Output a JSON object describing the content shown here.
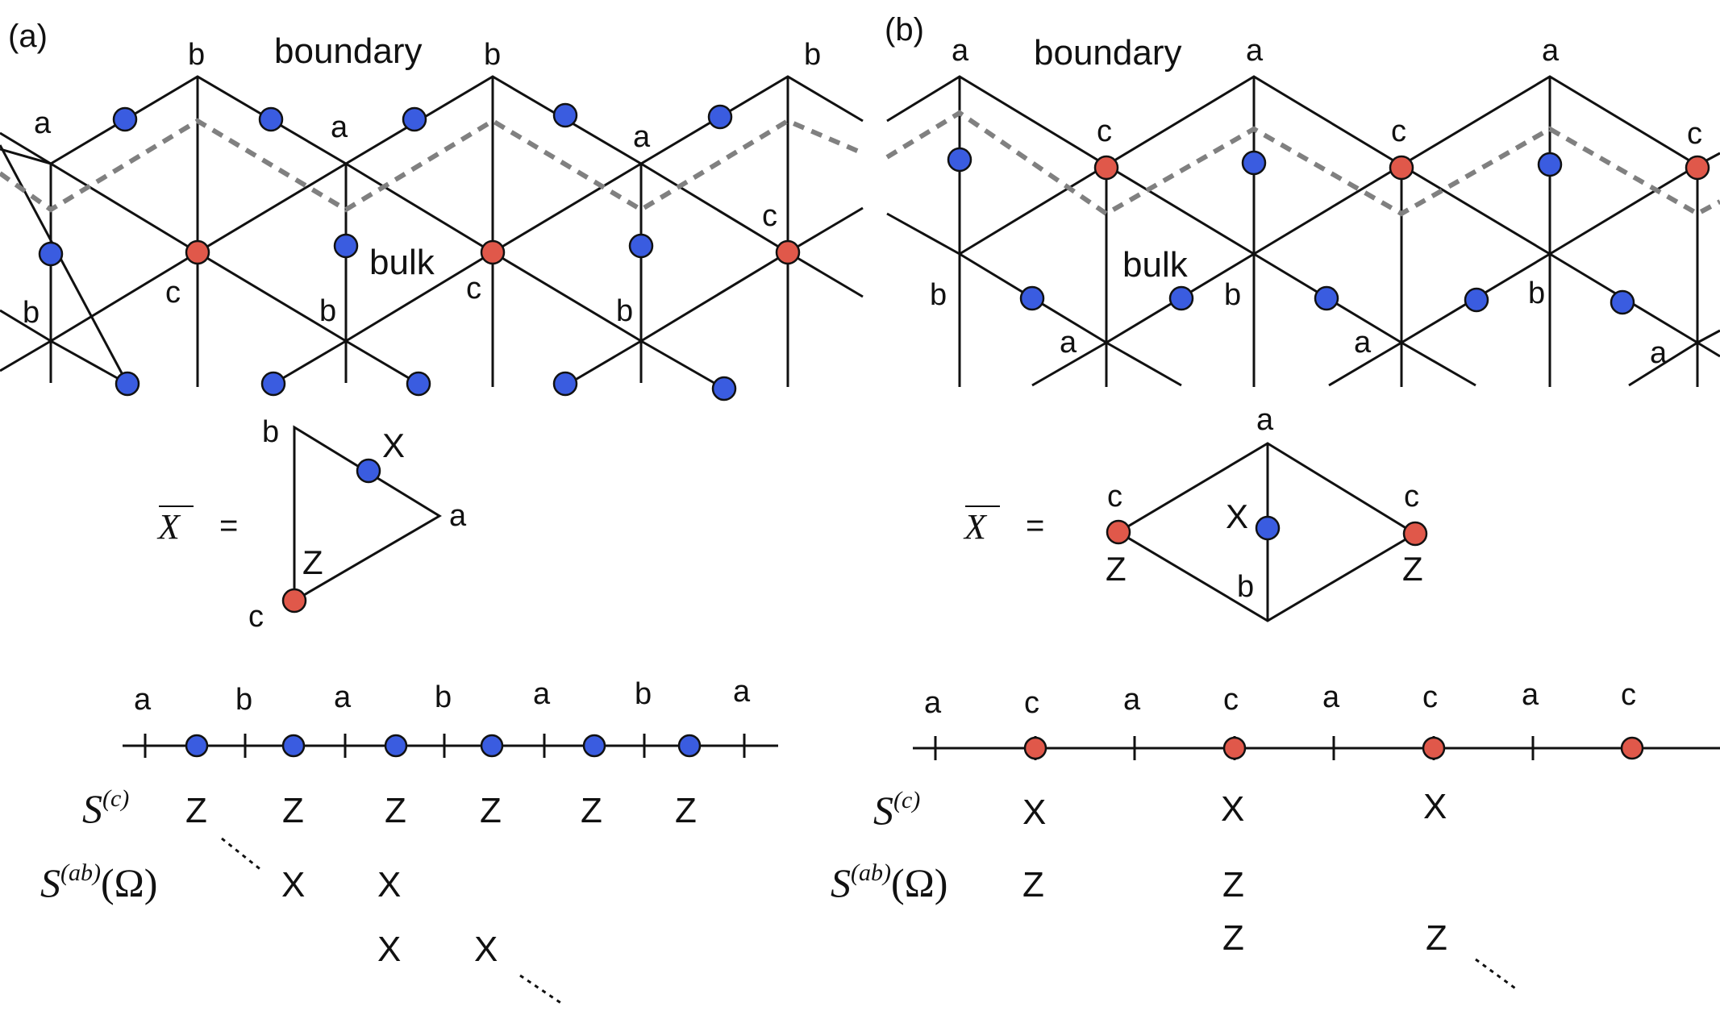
{
  "colors": {
    "line": "#111111",
    "dash": "#808080",
    "blue": "#3a5ce0",
    "red": "#e0584a"
  },
  "panel_a": {
    "label": "(a)",
    "boundary": "boundary",
    "bulk": "bulk",
    "lattice_labels": {
      "a": "a",
      "b": "b",
      "c": "c"
    },
    "xbar": {
      "X": "X",
      "eq": "=",
      "a": "a",
      "b": "b",
      "c": "c",
      "x": "X",
      "z": "Z"
    },
    "chain": {
      "sites": [
        "a",
        "b",
        "a",
        "b",
        "a",
        "b",
        "a"
      ],
      "sc_label": "S",
      "sc_sup": "(c)",
      "sab_label": "S",
      "sab_sup": "(ab)",
      "sab_arg": "(Ω)",
      "sc_ops": [
        "Z",
        "Z",
        "Z",
        "Z",
        "Z",
        "Z"
      ],
      "sab_row1": [
        "X",
        "X"
      ],
      "sab_row2": [
        "X",
        "X"
      ]
    }
  },
  "panel_b": {
    "label": "(b)",
    "boundary": "boundary",
    "bulk": "bulk",
    "lattice_labels": {
      "a": "a",
      "b": "b",
      "c": "c"
    },
    "xbar": {
      "X": "X",
      "eq": "=",
      "a": "a",
      "b": "b",
      "c": "c",
      "x": "X",
      "z": "Z"
    },
    "chain": {
      "sites": [
        "a",
        "c",
        "a",
        "c",
        "a",
        "c",
        "a",
        "c"
      ],
      "sc_label": "S",
      "sc_sup": "(c)",
      "sab_label": "S",
      "sab_sup": "(ab)",
      "sab_arg": "(Ω)",
      "sc_ops": [
        "X",
        "X",
        "X"
      ],
      "sab_row1": [
        "Z",
        "Z"
      ],
      "sab_row2": [
        "Z",
        "Z"
      ]
    }
  }
}
